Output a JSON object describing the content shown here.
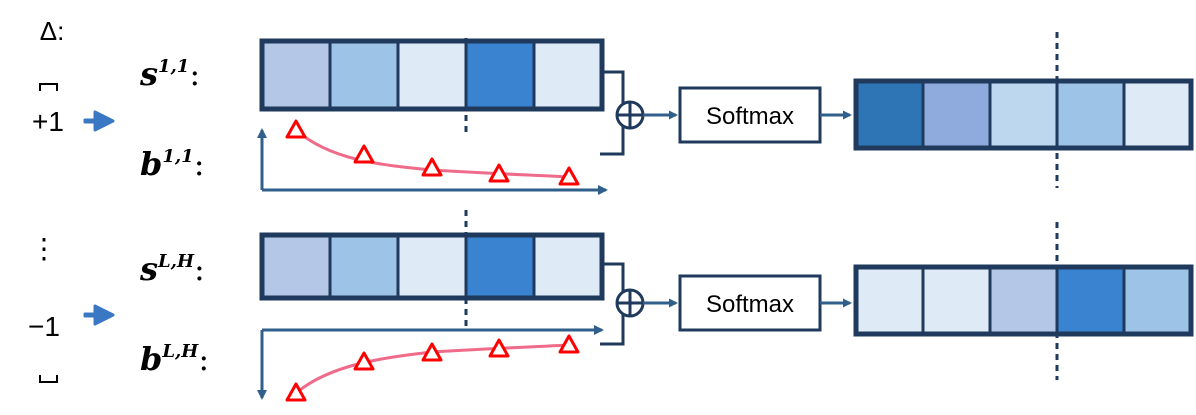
{
  "colors": {
    "frame": "#1f3a5c",
    "arrow": "#3a78c4",
    "curve": "#f06a8a",
    "marker": "#ff0000",
    "axis": "#2f5f8a"
  },
  "delta_label": "Δ:",
  "ellipsis": "⋮",
  "rows": [
    {
      "sign": "+1",
      "s_base": "s",
      "s_sup": "1,1",
      "s_colon": ":",
      "b_base": "b",
      "b_sup": "1,1",
      "b_colon": ":",
      "s_cells": [
        "#b4c7e7",
        "#9dc3e6",
        "#deebf7",
        "#3a83d0",
        "#deebf7"
      ],
      "out_cells": [
        "#2e75b6",
        "#8faadc",
        "#bdd7ee",
        "#9dc3e6",
        "#deebf7"
      ],
      "softmax_label": "Softmax",
      "plus_symbol": "+",
      "bias_trend": "decreasing"
    },
    {
      "sign": "−1",
      "s_base": "s",
      "s_sup": "L,H",
      "s_colon": ":",
      "b_base": "b",
      "b_sup": "L,H",
      "b_colon": ":",
      "s_cells": [
        "#b4c7e7",
        "#9dc3e6",
        "#deebf7",
        "#3a83d0",
        "#deebf7"
      ],
      "out_cells": [
        "#deebf7",
        "#deebf7",
        "#b4c7e7",
        "#3a83d0",
        "#9dc3e6"
      ],
      "softmax_label": "Softmax",
      "plus_symbol": "+",
      "bias_trend": "increasing"
    }
  ]
}
